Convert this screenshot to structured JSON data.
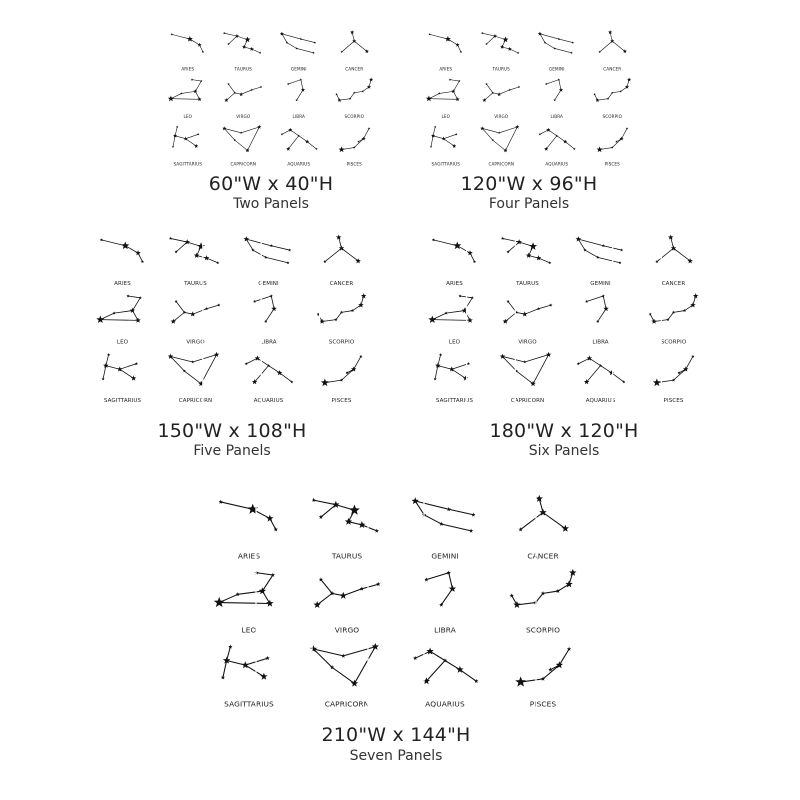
{
  "signs": [
    "ARIES",
    "TAURUS",
    "GEMINI",
    "CANCER",
    "LEO",
    "VIRGO",
    "LIBRA",
    "SCORPIO",
    "SAGITTARIUS",
    "CAPRICORN",
    "AQUARIUS",
    "PISCES"
  ],
  "variants": [
    {
      "id": "v1",
      "size": "60\"W x 40\"H",
      "panels": "Two Panels",
      "panel_count": 2
    },
    {
      "id": "v2",
      "size": "120\"W x 96\"H",
      "panels": "Four Panels",
      "panel_count": 4
    },
    {
      "id": "v3",
      "size": "150\"W x 108\"H",
      "panels": "Five Panels",
      "panel_count": 5
    },
    {
      "id": "v4",
      "size": "180\"W x 120\"H",
      "panels": "Six Panels",
      "panel_count": 6
    },
    {
      "id": "v5",
      "size": "210\"W x 144\"H",
      "panels": "Seven Panels",
      "panel_count": 7
    }
  ],
  "colors": {
    "background": "#ffffff",
    "ink": "#111111",
    "caption": "#222222"
  }
}
